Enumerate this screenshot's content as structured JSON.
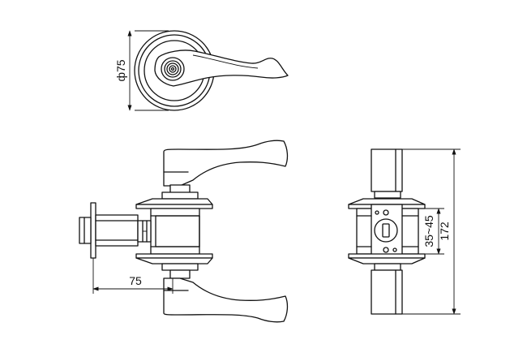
{
  "dimensions": {
    "rosette_diameter": "ф75",
    "backset": "75",
    "door_thickness": "35~45",
    "overall_height": "172"
  },
  "colors": {
    "line": "#111111",
    "background": "#ffffff"
  }
}
